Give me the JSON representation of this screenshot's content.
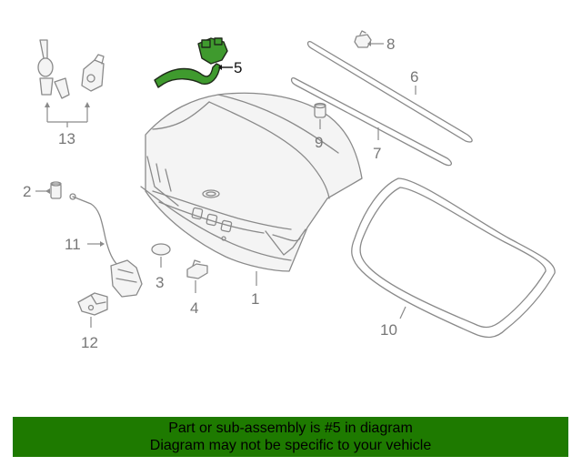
{
  "callouts": {
    "c1": "1",
    "c2": "2",
    "c3": "3",
    "c4": "4",
    "c5": "5",
    "c6": "6",
    "c7": "7",
    "c8": "8",
    "c9": "9",
    "c10": "10",
    "c11": "11",
    "c12": "12",
    "c13": "13"
  },
  "banner": {
    "line1": "Part or sub-assembly is #5 in diagram",
    "line2": "Diagram may not be specific to your vehicle"
  },
  "colors": {
    "highlight_part": "#3f9a2e",
    "banner_background": "#1e7a00",
    "line_art": "#8a8a8a"
  }
}
